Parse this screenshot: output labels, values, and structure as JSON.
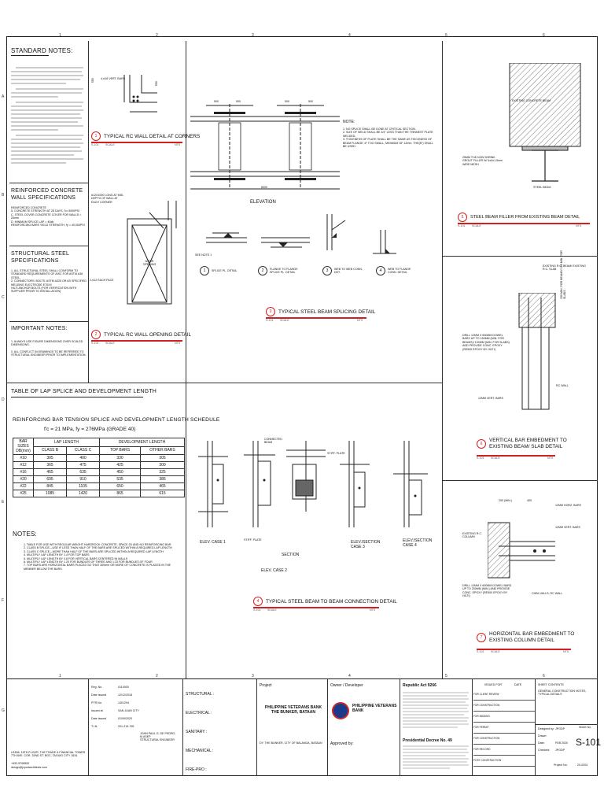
{
  "grid": {
    "cols": [
      "1",
      "2",
      "3",
      "4",
      "5",
      "6"
    ],
    "rows": [
      "A",
      "B",
      "C",
      "D",
      "E",
      "F",
      "G"
    ]
  },
  "standard_notes": {
    "title": "STANDARD NOTES:"
  },
  "rc_wall_specs": {
    "title": "REINFORCED CONCRETE WALL SPECIFICATIONS",
    "lines": [
      "REINFORCED CONCRETE",
      "5. CONCRETE STRENGTH AT 28 DAYS, f'c=3000PSI",
      "C. STEEL COVER CONCRETE COVER FOR WALLS = 25mm",
      "D. MINIMUM SPLICE LAP = 40db",
      "REINFORCING BARS YIELD STRENGTH, fy = 40,000PSI"
    ]
  },
  "structural_steel": {
    "title": "STRUCTURAL STEEL SPECIFICATIONS",
    "lines": [
      "1. ALL STRUCTURAL STEEL SHALL CONFORM TO STANDARD REQUIREMENTS OF AISC FOR ASTM A36 STEEL.",
      "2. CONNECTORS: BOLTS: ASTM A325 OR AS SPECIFIED",
      "WELDING ELECTRODE E70XX",
      "HILTI ANCHOR BOLTS (FOR VERIFICATION WITH SUPPLIER PRIOR TO INSTALLATION)"
    ]
  },
  "important_notes": {
    "title": "IMPORTANT NOTES:",
    "lines": [
      "1. ALWAYS USE FIGURE DIMENSIONS OVER SCALED DIMENSIONS.",
      "2. ALL CONFLICT IN DRAWINGS TO BE REFERRED TO STRUCTURAL ENGINEER PRIOR TO IMPLEMENTATION."
    ]
  },
  "details": {
    "d1": {
      "num": "1",
      "ref": "S-101",
      "title": "TYPICAL RC WALL DETAIL AT CORNERS",
      "scale": "SCALE",
      "nts": "NTS",
      "bars": "4-#16 VERT. BARS",
      "dim": "550"
    },
    "d2": {
      "num": "2",
      "ref": "S-101",
      "title": "TYPICAL RC WALL OPENING DETAIL",
      "scale": "SCALE",
      "nts": "NTS",
      "l1": "#12X1000 LONG AT MID-DEPTH OF WALL AT EACH CORNER",
      "l2": "2-#12 EACH FACE",
      "l3": "DOOR OPENING"
    },
    "d3": {
      "num": "3",
      "ref": "S-101",
      "title": "TYPICAL STEEL BEAM SPLICING DETAIL",
      "scale": "SCALE",
      "nts": "NTS",
      "elev": "ELEVATION",
      "note_title": "NOTE:",
      "notes": [
        "1. NO SPLICE SHALL BE DONE AT CRITICAL SECTION.",
        "2. SIZE OF WELD SHALL BE 3/4\" LESS THAN THE THINNEST PLATE WELDED.",
        "3. THICKNESS OF PLATE SHALL BE THE SAME AS THICKNESS OF BEAM FLANGE. IF TOO SMALL, MINIMUM OF 12mm. THK(B\") SHALL BE USED."
      ],
      "sub": [
        {
          "n": "1",
          "t": "SPLICE PL. DETAIL"
        },
        {
          "n": "2",
          "t": "FLANGE TO FLANGE SPLICE PL. DETAIL"
        },
        {
          "n": "3",
          "t": "WEB TO WEB CONN. DET."
        },
        {
          "n": "4",
          "t": "WEB TO FLANGE CONN. DETAIL"
        }
      ],
      "see": "SEE NOTE 1",
      "dims": [
        "500",
        "500",
        "500",
        "500",
        "8000"
      ]
    },
    "d4": {
      "num": "4",
      "ref": "S-101",
      "title": "TYPICAL STEEL BEAM TO BEAM CONNECTION DETAIL",
      "scale": "SCALE",
      "nts": "NTS",
      "cases": [
        "ELEV. CASE 1",
        "SECTION",
        "ELEV. CASE 2",
        "ELEV./SECTION CASE 3",
        "ELEV./SECTION CASE 4"
      ],
      "stiff": "STIFF. PLATE",
      "connected": "CONNECTED BEAM"
    },
    "d5": {
      "num": "5",
      "ref": "S-101",
      "title": "STEEL BEAM FILLER FROM EXISTING BEAM DETAIL",
      "scale": "SCALE",
      "nts": "NTS",
      "l1": "EXISTING CONCRETE BEAM",
      "l2": "25MM THK NON SHRINK GROUT FILLER W/ 4x4x1.5mm WIRE MESH",
      "l3": "STEEL BEAM"
    },
    "d6": {
      "num": "6",
      "ref": "S-101",
      "title": "VERTICAL BAR EMBEDMENT TO EXISTING BEAM/ SLAB DETAIL",
      "scale": "SCALE",
      "nts": "NTS",
      "l1": "EXISTING R.C. BEAM/ EXISTING R.C. SLAB",
      "l2": "DRILL 12MM X 600MM DOWEL BARS UP TO 150MM (MIN. FOR BEAMS)/ 100MM (MIN. FOR SLABS) AND PROVIDE CONC. EPOXY (RE500 EPOXY BY HILTI)",
      "l3": "RC WALL",
      "l4": "12MM VERT. BARS",
      "l5": "150 MIN. FOR BEAMS/ 100 MIN. FOR SLABS"
    },
    "d7": {
      "num": "7",
      "ref": "S-101",
      "title": "HORIZONTAL BAR EMBEDMENT TO EXISTING COLUMN DETAIL",
      "scale": "SCALE",
      "nts": "NTS",
      "l1": "12MM HORZ. BARS",
      "l2": "12MM VERT. BARS",
      "l3": "EXISTING R.C. COLUMN",
      "l4": "DRILL 12MM X 600MM DOWEL BARS UP TO 200MM (MIN.) AND PROVIDE CONC. EPOXY (RE500 EPOXY BY HILTI)",
      "l5": "CHB4 VALLS; RC WALL",
      "dim1": "200 (MIN.)",
      "dim2": "400"
    }
  },
  "lap_table": {
    "title": "TABLE OF LAP SPLICE AND DEVELOPMENT LENGTH",
    "schedule_title": "REINFORCING BAR TENSION SPLICE AND DEVELOPMENT LENGTH SCHEDULE",
    "subtitle": "f'c = 21 MPa, fy = 276MPa (GRADE 40)",
    "headers": {
      "bar": "BAR SIZES DB(mm)",
      "lap": "LAP LENGTH",
      "dev": "DEVELOPMENT LENGTH",
      "cb": "CLASS B",
      "cc": "CLASS C",
      "tb": "TOP BARS",
      "ob": "OTHER BARS"
    },
    "rows": [
      [
        "#10",
        "305",
        "400",
        "330",
        "305"
      ],
      [
        "#12",
        "365",
        "475",
        "425",
        "300"
      ],
      [
        "#16",
        "465",
        "635",
        "450",
        "325"
      ],
      [
        "#20",
        "695",
        "910",
        "535",
        "385"
      ],
      [
        "#22",
        "845",
        "1105",
        "650",
        "465"
      ],
      [
        "#25",
        "1085",
        "1420",
        "865",
        "615"
      ]
    ],
    "notes_title": "NOTES:",
    "notes": [
      "1. TABLE FOR USE WITH REGULAR WEIGHT HARDROCK CONCRETE, SPACE 2D AND NO REINFORCING BAR",
      "2. CLASS B SPLICE—USE IF LESS THAN HALF OF THE BARS ARE SPLICED WITHIN A REQUIRED LAP LENGTH",
      "3. CLASS C SPLICE—MORE THAN HALF OF THE BARS ARE SPLICED WITHIN A REQUIRED LAP LENGTH",
      "4. MULTIPLY LAP LENGTH BY 1.4 FOR TOP BARS",
      "5. MULTIPLY LAP LENGTH BY 0.8 FOR VERTICAL BARS CENTERED IN WALLS",
      "6. MULTIPLY LAP LENGTH BY 1.20 FOR BUNDLES OF THREE AND 1.33 FOR BUNDLES OF FOUR",
      "7. TOP BARS ARE HORIZONTAL BARS PLACED SO THAT 300mm OR MORE OF CONCRETE IS PLACED IN THE MEMBER BELOW THE BARS."
    ]
  },
  "title_block": {
    "firm_address": "U1506, 15TH FLOOR, THE TRADE & FINANCIAL TOWER 7TH AVE. COR. 32ND ST. BGC, TAGUIG CITY 1634",
    "firm_phone": "+632-5708552",
    "firm_email": "design@jvpodarchitects.com",
    "reg_label": "Reg. No.",
    "reg": "0110000",
    "date_issued_label": "Date Issued",
    "date_issued": "12/12/2018",
    "ptr_label": "PTR No.",
    "ptr": "1401294",
    "issued_at_label": "Issued at",
    "issued_at": "SAN JUAN CITY",
    "date_label": "Date Issued",
    "date2": "01/09/2020",
    "tin_label": "T.I.N.",
    "tin": "201-219-795",
    "engineer": "JOHN PAUL G. DE PEDRO, M.ASEP",
    "engineer_role": "STRUCTURAL ENGINEER",
    "disciplines": [
      "STRUCTURAL :",
      "ELECTRICAL :",
      "SANITARY :",
      "MECHANICAL :",
      "FIRE-PRO :"
    ],
    "project_label": "Project",
    "project": "PHILIPPINE VETERANS BANK THE BUNKER, BATAAN",
    "project_addr": "DY. THE BUNKER, CITY OF BALANGA, BATAAN",
    "owner_label": "Owner / Developer",
    "owner": "PHILIPPINE VETERANS BANK",
    "approved_label": "Approved by:",
    "ra_title": "Republic Act 9266",
    "pd_title": "Presidential Decree No. 49",
    "issued_for_label": "ISSUED FOR",
    "date_col_label": "DATE",
    "issued_for": [
      "FOR CLIENT REVIEW",
      "FOR CONSTRUCTION",
      "FOR BIDDING",
      "FOR PERMIT",
      "FOR CONSTRUCTION",
      "FOR RECORD",
      "POST CONSTRUCTION"
    ],
    "sheet_contents_label": "SHEET CONTENTS",
    "sheet_contents": "GENERAL CONSTRUCTION NOTES, TYPICAL DETAILS",
    "designed_label": "Designed by:",
    "designed": "JPGDP",
    "drawn_label": "Drawn:",
    "date_k": "Date:",
    "date_v": "FEB 2020",
    "checked_label": "Checked:",
    "checked": "JPGDP",
    "project_no_label": "Project No.",
    "project_no": "20-0204",
    "sheet_no_label": "Sheet No.",
    "sheet_no": "S-101"
  }
}
